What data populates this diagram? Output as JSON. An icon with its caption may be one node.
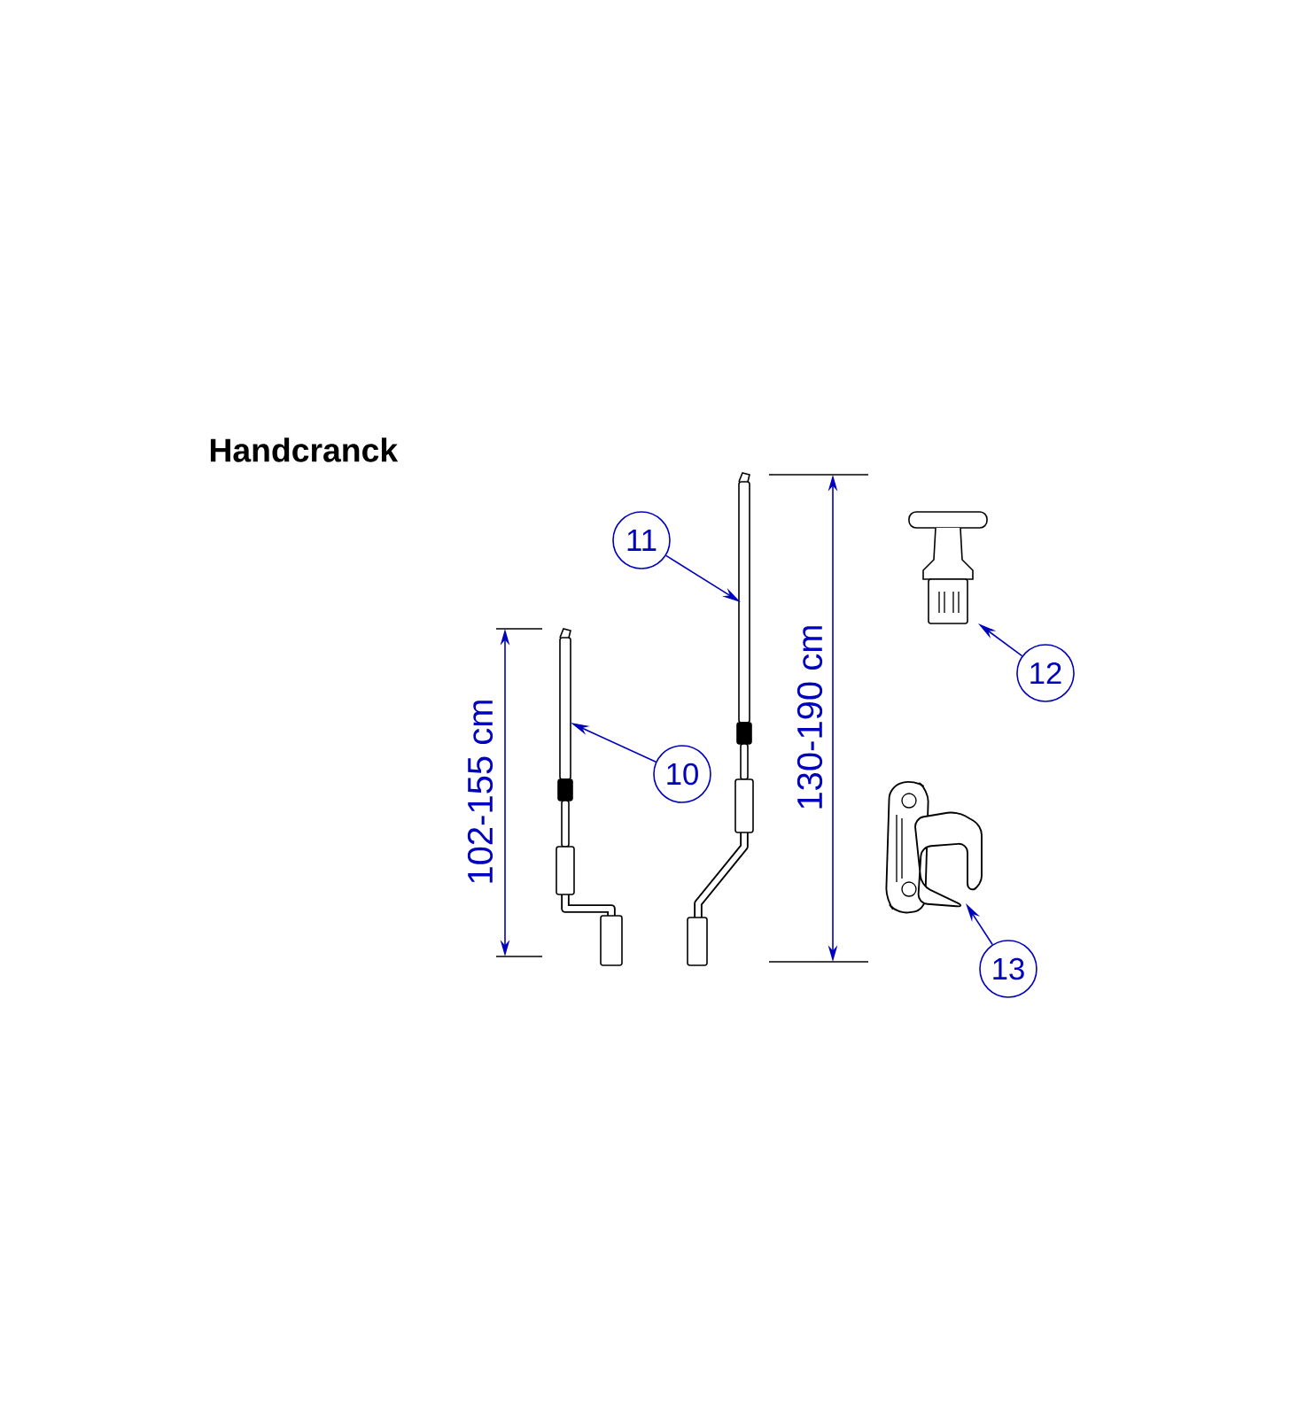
{
  "diagram": {
    "title": "Handcranck",
    "nodes": [
      {
        "text": [
          "11"
        ]
      },
      {
        "text": [
          "12"
        ]
      },
      {
        "text": [
          "10"
        ]
      },
      {
        "text": [
          "13"
        ]
      },
      {
        "text": [],
        "shape": "picture"
      },
      {
        "text": [],
        "shape": "picture"
      },
      {
        "text": [],
        "shape": "picture"
      },
      {
        "text": [],
        "shape": "picture"
      }
    ],
    "edges": [
      {
        "from": 0,
        "to": 5,
        "arrow": "to"
      },
      {
        "from": 1,
        "to": 6,
        "arrow": "to"
      },
      {
        "from": 2,
        "to": 4,
        "arrow": "to"
      },
      {
        "from": 3,
        "to": 7,
        "arrow": "to"
      }
    ],
    "labels": [
      "130-190 cm",
      "102-155 cm"
    ]
  }
}
